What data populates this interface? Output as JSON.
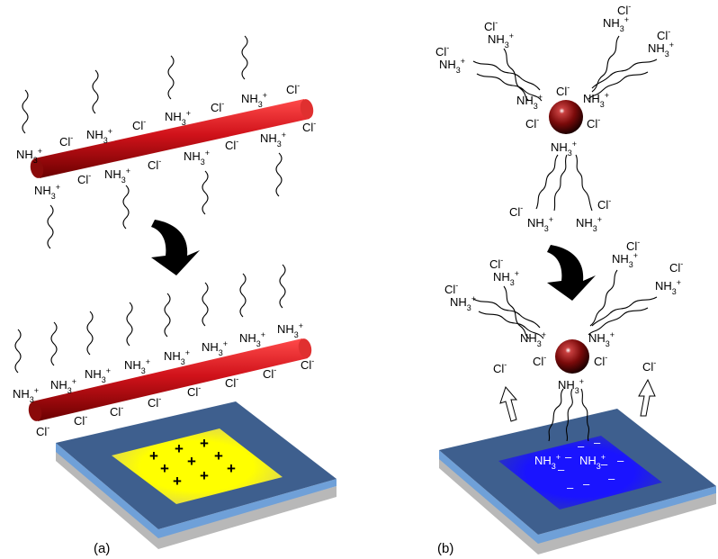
{
  "panels": [
    {
      "label": "(a)"
    },
    {
      "label": "(b)"
    }
  ],
  "species": {
    "amine_base": "NH",
    "amine_sub": "3",
    "amine_sup": "+",
    "chloride_base": "Cl",
    "chloride_sup": "-"
  },
  "surface_charges": {
    "positive": "+",
    "negative": "–"
  },
  "colors": {
    "nanowire": "#c8141a",
    "nanoparticle": "#7a0a0a",
    "substrate_top": "#3e5f8e",
    "substrate_edge_blue": "#6fa0d8",
    "substrate_edge_gray": "#b8b8b8",
    "positive_patch": "#ffff00",
    "negative_patch": "#1a14ff",
    "arrow": "#000000"
  }
}
